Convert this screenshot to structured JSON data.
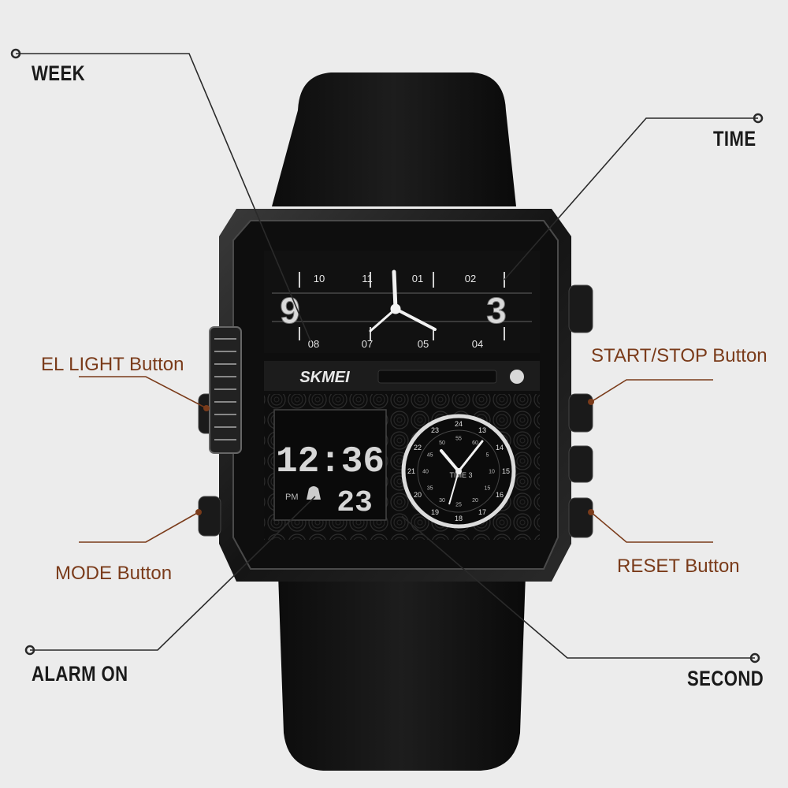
{
  "labels": {
    "week": "WEEK",
    "time": "TIME",
    "el_light": "EL LIGHT Button",
    "start_stop": "START/STOP Button",
    "mode": "MODE Button",
    "reset": "RESET Button",
    "alarm_on": "ALARM ON",
    "second": "SECOND"
  },
  "watch": {
    "brand": "SKMEI",
    "numeral_left": "9",
    "numeral_right": "3",
    "top_zones": [
      "10",
      "11",
      "01",
      "02"
    ],
    "bottom_zones": [
      "08",
      "07",
      "05",
      "04"
    ],
    "digital_time": "12:36",
    "digital_seconds": "23",
    "digital_tag": "PM",
    "subdial_label": "TIME 3",
    "subdial_numbers": [
      "24",
      "13",
      "14",
      "15",
      "16",
      "17",
      "18",
      "19",
      "20",
      "21",
      "22",
      "23"
    ],
    "subdial_inner": [
      "55",
      "60",
      "5",
      "10",
      "15",
      "20",
      "25",
      "30",
      "35",
      "40",
      "45",
      "50"
    ]
  },
  "colors": {
    "background": "#ececec",
    "label_dark": "#1a1a1a",
    "label_brown": "#7a3b1a",
    "leader_dark": "#2a2a2a",
    "leader_brown": "#7a3b1a"
  }
}
